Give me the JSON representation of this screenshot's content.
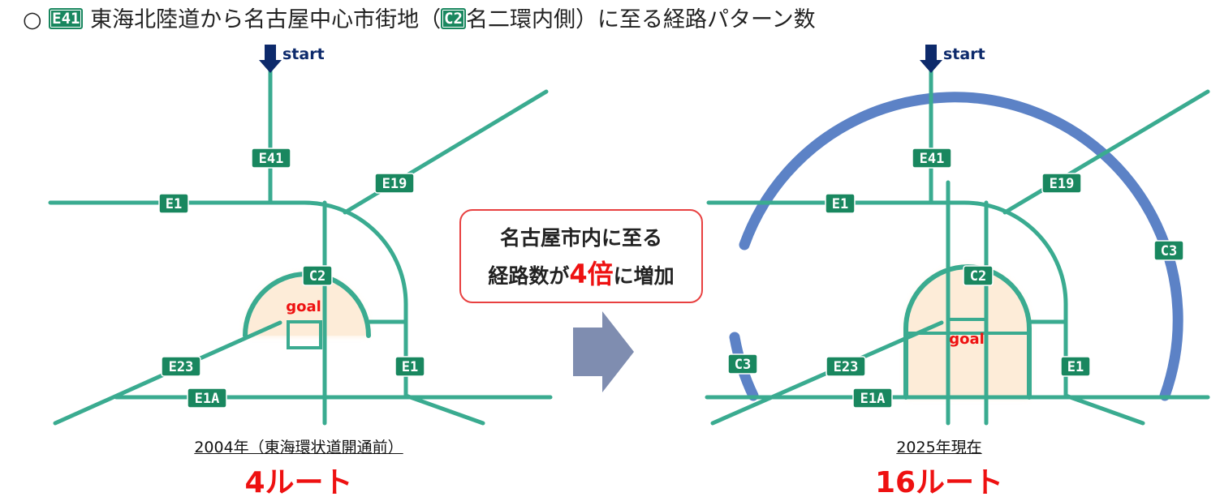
{
  "title": {
    "bullet": "○",
    "shield_route": "E41",
    "part1": "東海北陸道から名古屋中心市街地（",
    "shield_ring": "C2",
    "part2": "名二環内側）に至る経路パターン数"
  },
  "left_map": {
    "start_label": "start",
    "goal_label": "goal",
    "shields": [
      "E41",
      "E19",
      "E1",
      "C2",
      "E23",
      "E1",
      "E1A"
    ],
    "caption": "2004年（東海環状道開通前）",
    "routes": "4ルート"
  },
  "callout": {
    "line1": "名古屋市内に至る",
    "line2_pre": "経路数が",
    "line2_highlight": "4倍",
    "line2_post": "に増加"
  },
  "right_map": {
    "start_label": "start",
    "goal_label": "goal",
    "shields": [
      "E41",
      "E19",
      "E1",
      "C3",
      "C2",
      "C3",
      "E23",
      "E1",
      "E1A"
    ],
    "caption": "2025年現在",
    "routes": "16ルート"
  },
  "colors": {
    "road": "#3aab90",
    "shield": "#19875f",
    "ring_c3": "#5c82c6",
    "arrow_start": "#0d2a6b",
    "arrow_mid": "#7f8db0",
    "highlight": "#ee1111",
    "goal_fill": "#fdecd8"
  }
}
